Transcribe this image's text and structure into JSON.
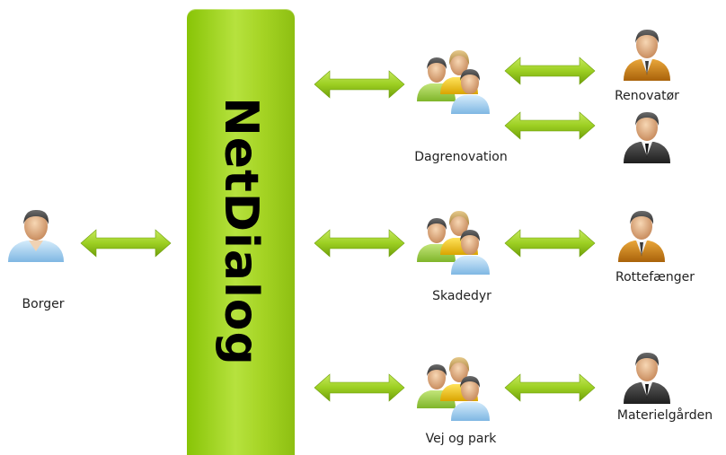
{
  "hub": {
    "title": "NetDialog"
  },
  "left_node": {
    "label": "Borger",
    "icon": "person-icon"
  },
  "groups": [
    {
      "label": "Dagrenovation",
      "icon": "group-icon"
    },
    {
      "label": "Skadedyr",
      "icon": "group-icon"
    },
    {
      "label": "Vej og park",
      "icon": "group-icon"
    }
  ],
  "right_nodes": [
    {
      "label": "Renovatør",
      "icon": "worker-person-icon"
    },
    {
      "label": "",
      "icon": "suit-person-icon"
    },
    {
      "label": "Rottefænger",
      "icon": "worker-person-icon"
    },
    {
      "label": "Materielgården",
      "icon": "suit-person-icon"
    }
  ],
  "colors": {
    "hub": "#9fd11e",
    "arrow": "#8dc21f",
    "group_green": "#9ccc3a",
    "group_yellow": "#f2c40a",
    "group_blue": "#a9d3f2",
    "worker_orange": "#c9800a",
    "suit_dark": "#2c2c2c"
  }
}
